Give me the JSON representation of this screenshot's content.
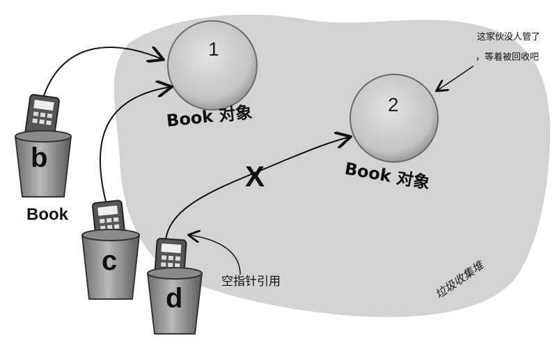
{
  "objects": [
    {
      "number": "1",
      "label": "Book 对象"
    },
    {
      "number": "2",
      "label": "Book 对象"
    }
  ],
  "references": [
    {
      "letter": "b"
    },
    {
      "letter": "c"
    },
    {
      "letter": "d"
    }
  ],
  "type_label": "Book",
  "annotations": {
    "garbage_note_line1": "这家伙没人管了",
    "garbage_note_line2": "，等着被回收吧",
    "null_reference": "空指针引用",
    "broken_mark": "X",
    "heap_label": "垃圾收集堆"
  },
  "colors": {
    "heap": "#d3d3d3",
    "object_fill": "#c9c9c9",
    "line": "#111111"
  }
}
